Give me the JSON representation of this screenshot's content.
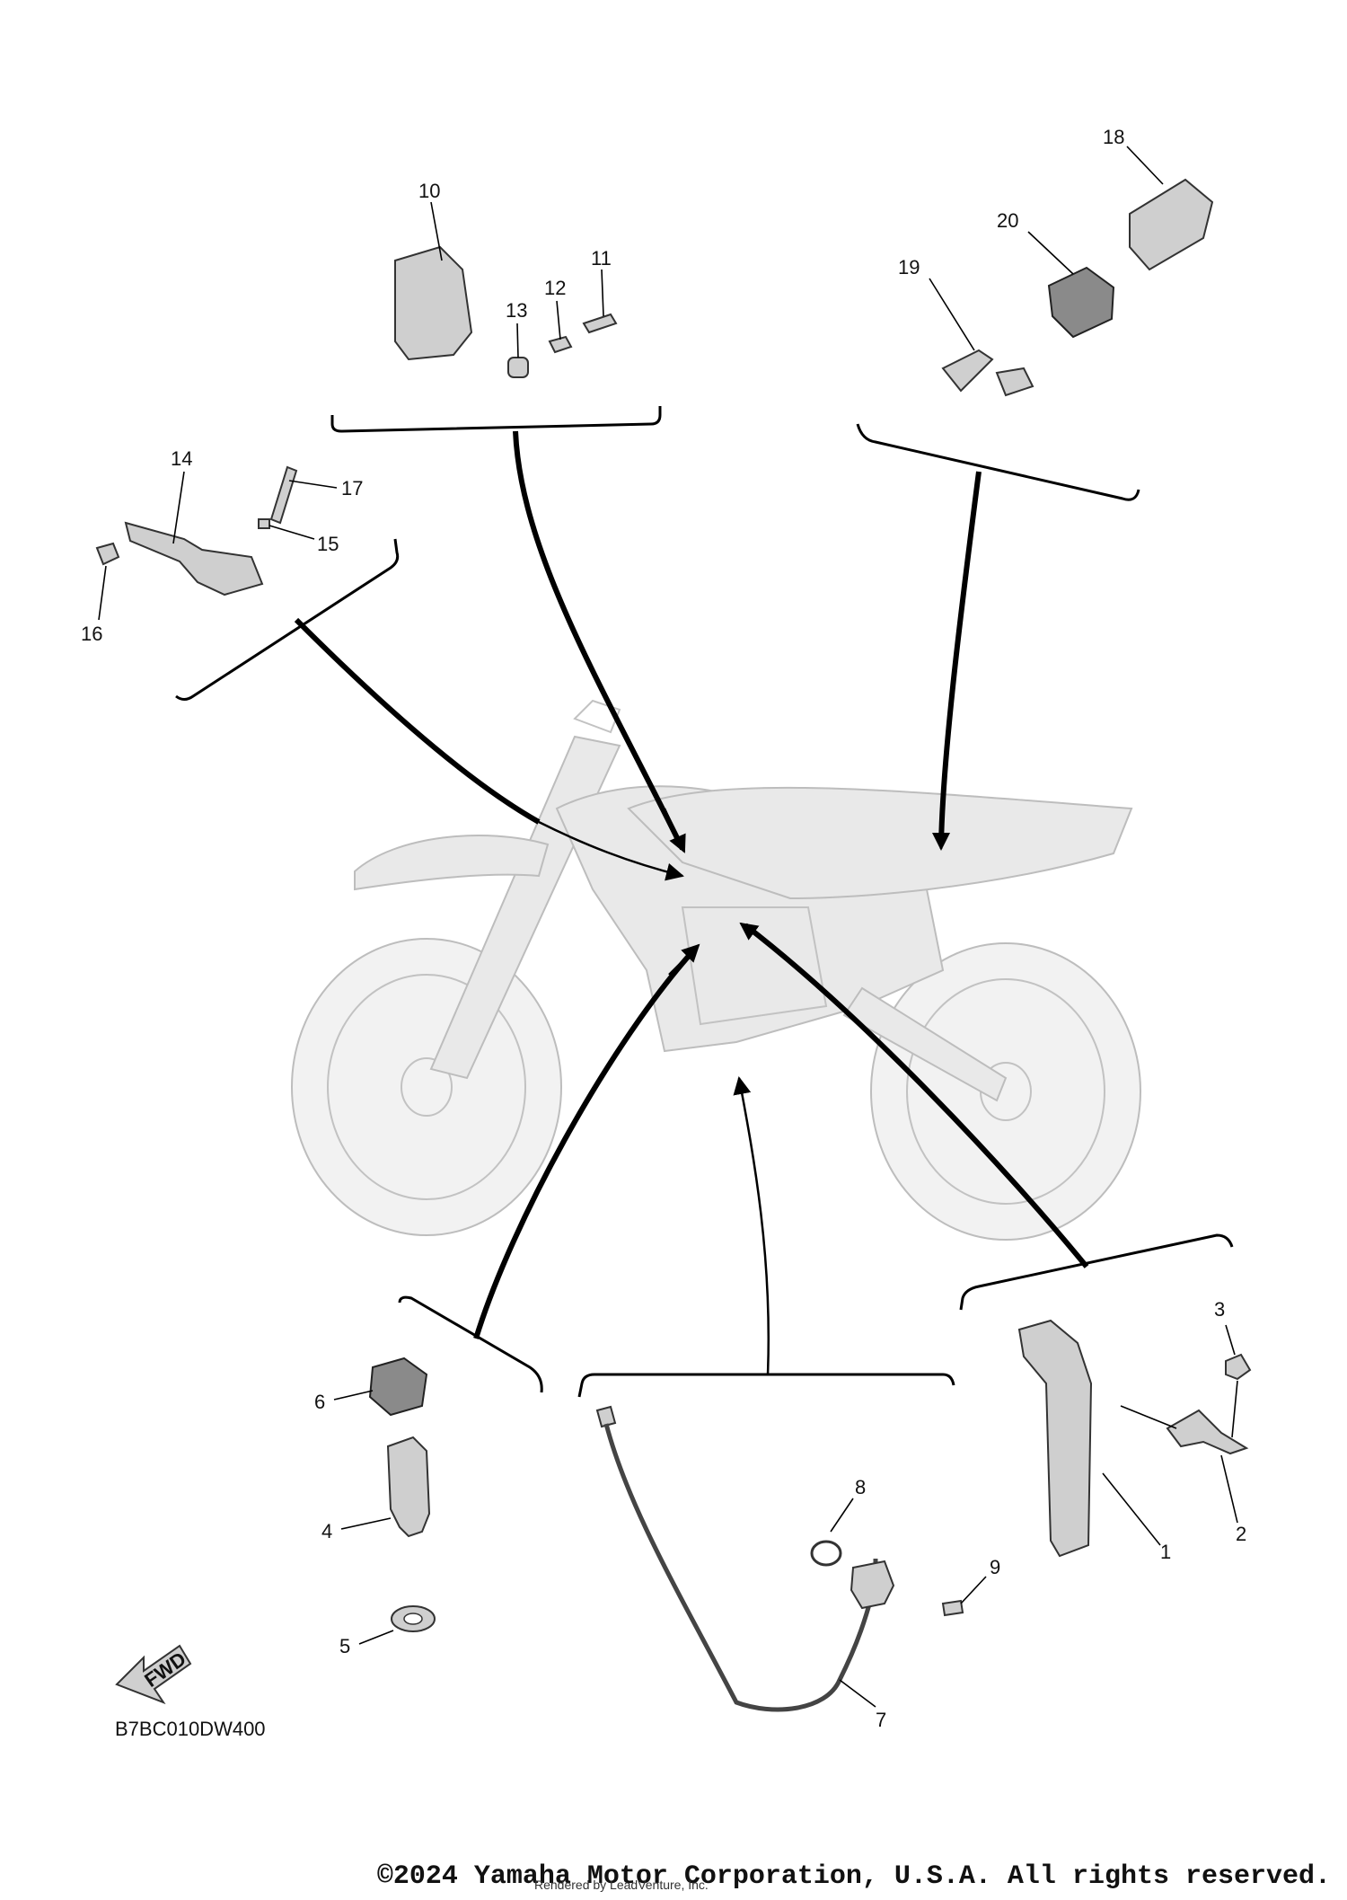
{
  "diagram": {
    "code": "B7BC010DW400",
    "fwd_label": "FWD",
    "callouts": [
      "1",
      "2",
      "3",
      "4",
      "5",
      "6",
      "7",
      "8",
      "9",
      "10",
      "11",
      "12",
      "13",
      "14",
      "15",
      "16",
      "17",
      "18",
      "19",
      "20"
    ]
  },
  "footer": {
    "copyright": "©2024 Yamaha Motor Corporation, U.S.A. All rights reserved.",
    "rendered_by": "Rendered by LeadVenture, Inc."
  }
}
